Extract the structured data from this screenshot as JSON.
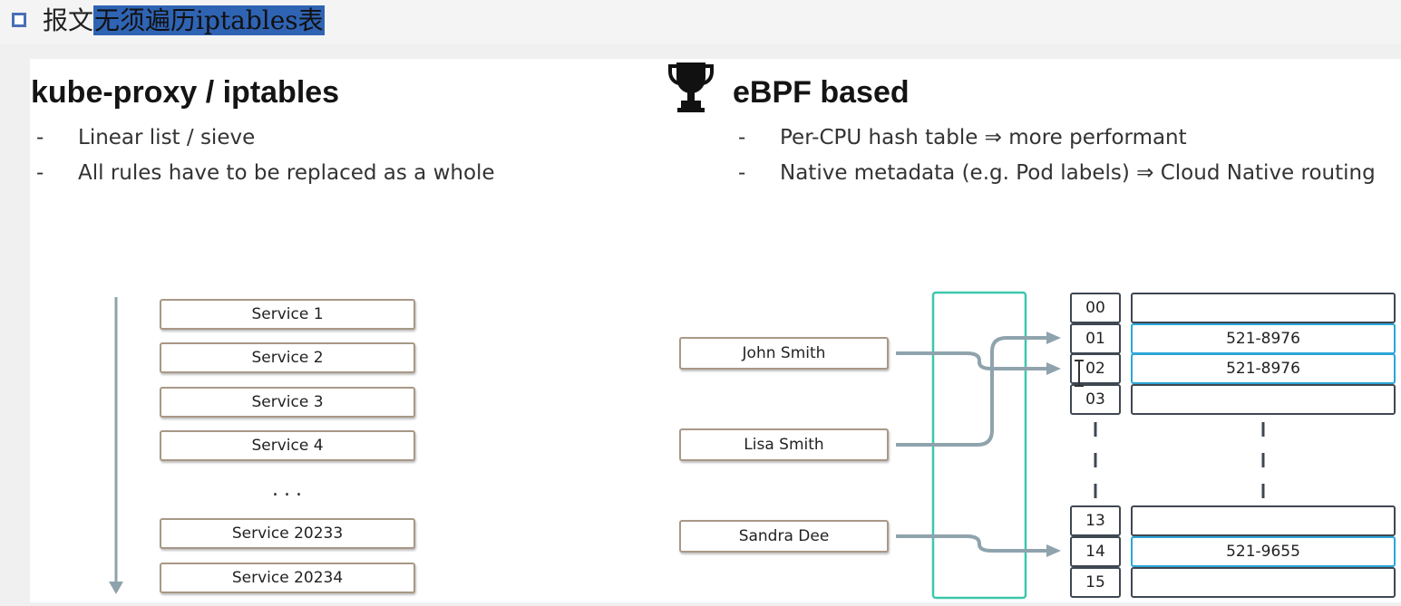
{
  "header": {
    "title_plain": "报文",
    "title_highlight": "无须遍历iptables表"
  },
  "left": {
    "title": "kube-proxy / iptables",
    "bullets": [
      {
        "dash": "-",
        "text": "Linear list / sieve"
      },
      {
        "dash": "-",
        "text": "All rules have to be replaced as a whole"
      }
    ],
    "services": [
      "Service 1",
      "Service 2",
      "Service 3",
      "Service 4",
      "Service 20233",
      "Service 20234"
    ],
    "ellipsis": "..."
  },
  "right": {
    "title": "eBPF based",
    "bullets": [
      {
        "dash": "-",
        "text": "Per-CPU hash table ⇒ more performant"
      },
      {
        "dash": "-",
        "text": "Native metadata (e.g. Pod labels) ⇒ Cloud Native routing"
      }
    ],
    "names": [
      "John Smith",
      "Lisa Smith",
      "Sandra Dee"
    ],
    "keys_top": [
      "00",
      "01",
      "02",
      "03"
    ],
    "keys_bottom": [
      "13",
      "14",
      "15"
    ],
    "values_top": [
      "",
      "521-8976",
      "521-8976",
      ""
    ],
    "values_bottom": [
      "",
      "521-9655",
      ""
    ]
  },
  "colors": {
    "highlight": "#2f63b3",
    "service_border": "#a89886",
    "hash_column": "#3cc7ac",
    "bucket_highlight": "#2ba6d8",
    "arrow": "#8fa3ad"
  }
}
